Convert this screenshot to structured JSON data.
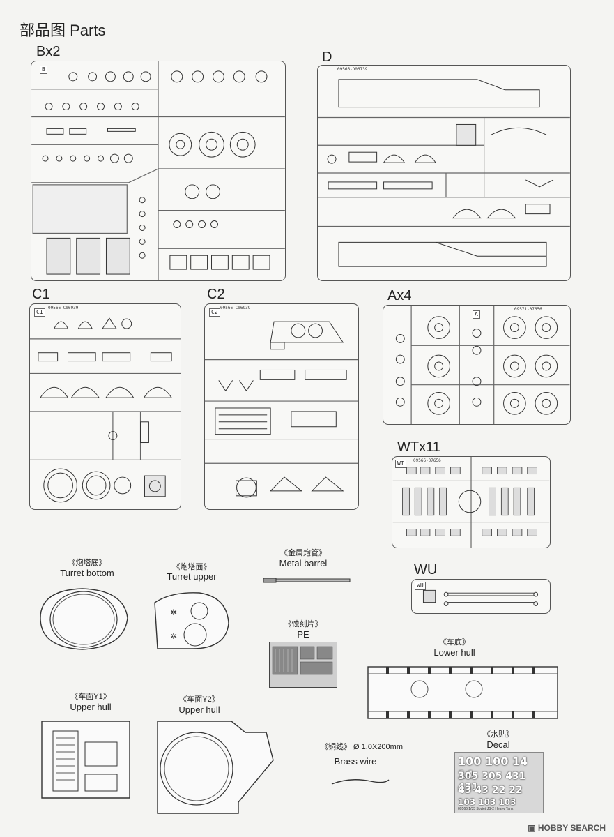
{
  "header": {
    "title": "部品图 Parts"
  },
  "sprues": {
    "bx2": {
      "label": "Bx2",
      "tag": "B"
    },
    "d": {
      "label": "D",
      "code": "09566-D06739"
    },
    "c1": {
      "label": "C1",
      "tag": "C1",
      "code": "09566-C06939"
    },
    "c2": {
      "label": "C2",
      "tag": "C2",
      "code": "09566-C06939"
    },
    "ax4": {
      "label": "Ax4",
      "tag": "A",
      "code": "09571-07656"
    },
    "wtx11": {
      "label": "WTx11",
      "tag": "WT",
      "code": "09566-07656"
    },
    "wu": {
      "label": "WU",
      "tag": "WU"
    }
  },
  "parts": {
    "turret_bottom": {
      "zh": "《炮塔底》",
      "en": "Turret bottom"
    },
    "turret_upper": {
      "zh": "《炮塔面》",
      "en": "Turret upper"
    },
    "metal_barrel": {
      "zh": "《金属炮管》",
      "en": "Metal barrel"
    },
    "pe": {
      "zh": "《蚀刻片》",
      "en": "PE"
    },
    "lower_hull": {
      "zh": "《车底》",
      "en": "Lower hull"
    },
    "upper_hull_y1": {
      "zh": "《车面Y1》",
      "en": "Upper hull"
    },
    "upper_hull_y2": {
      "zh": "《车面Y2》",
      "en": "Upper hull"
    },
    "brass_wire": {
      "zh": "《铜线》 Ø 1.0X200mm",
      "en": "Brass wire"
    },
    "decal": {
      "zh": "《水贴》",
      "en": "Decal"
    }
  },
  "decal_sheet": {
    "row1": "100 100 14 14",
    "row2": "305 305 431 431",
    "row3": "43 43 22 22",
    "row4": "103 103 103",
    "footer": "09566 1/35 Soviet JS-2 Heavy Tank"
  },
  "watermark": "HOBBY SEARCH",
  "icons": {
    "logo": "hobby-search-logo-icon"
  }
}
